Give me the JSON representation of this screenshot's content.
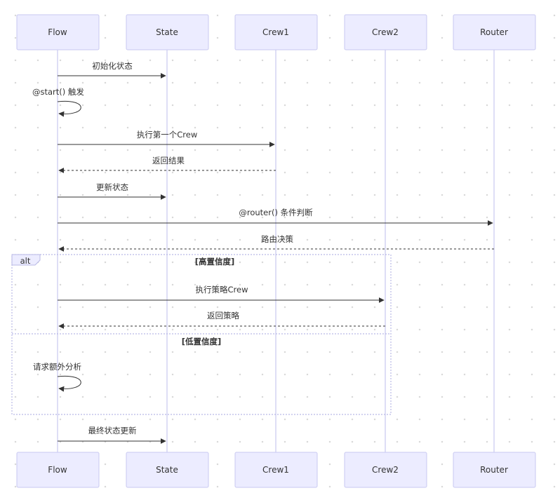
{
  "participants": [
    {
      "id": "flow",
      "label": "Flow"
    },
    {
      "id": "state",
      "label": "State"
    },
    {
      "id": "crew1",
      "label": "Crew1"
    },
    {
      "id": "crew2",
      "label": "Crew2"
    },
    {
      "id": "router",
      "label": "Router"
    }
  ],
  "messages": [
    {
      "from": "flow",
      "to": "state",
      "label": "初始化状态",
      "style": "solid"
    },
    {
      "from": "flow",
      "to": "flow",
      "label": "@start() 触发",
      "style": "solid"
    },
    {
      "from": "flow",
      "to": "crew1",
      "label": "执行第一个Crew",
      "style": "solid"
    },
    {
      "from": "crew1",
      "to": "flow",
      "label": "返回结果",
      "style": "dashed"
    },
    {
      "from": "flow",
      "to": "state",
      "label": "更新状态",
      "style": "solid"
    },
    {
      "from": "flow",
      "to": "router",
      "label": "@router() 条件判断",
      "style": "solid"
    },
    {
      "from": "router",
      "to": "flow",
      "label": "路由决策",
      "style": "dashed"
    },
    {
      "from": "flow",
      "to": "crew2",
      "label": "执行策略Crew",
      "style": "solid"
    },
    {
      "from": "crew2",
      "to": "flow",
      "label": "返回策略",
      "style": "dashed"
    },
    {
      "from": "flow",
      "to": "flow",
      "label": "请求额外分析",
      "style": "solid"
    },
    {
      "from": "flow",
      "to": "state",
      "label": "最终状态更新",
      "style": "solid"
    }
  ],
  "alt_block": {
    "label": "alt",
    "branches": [
      {
        "condition": "[高置信度]"
      },
      {
        "condition": "[低置信度]"
      }
    ]
  },
  "colors": {
    "actor_fill": "#ececff",
    "actor_border": "#c9c9f0",
    "lifeline": "#c8c8f0",
    "arrow": "#333333",
    "text": "#333333"
  }
}
